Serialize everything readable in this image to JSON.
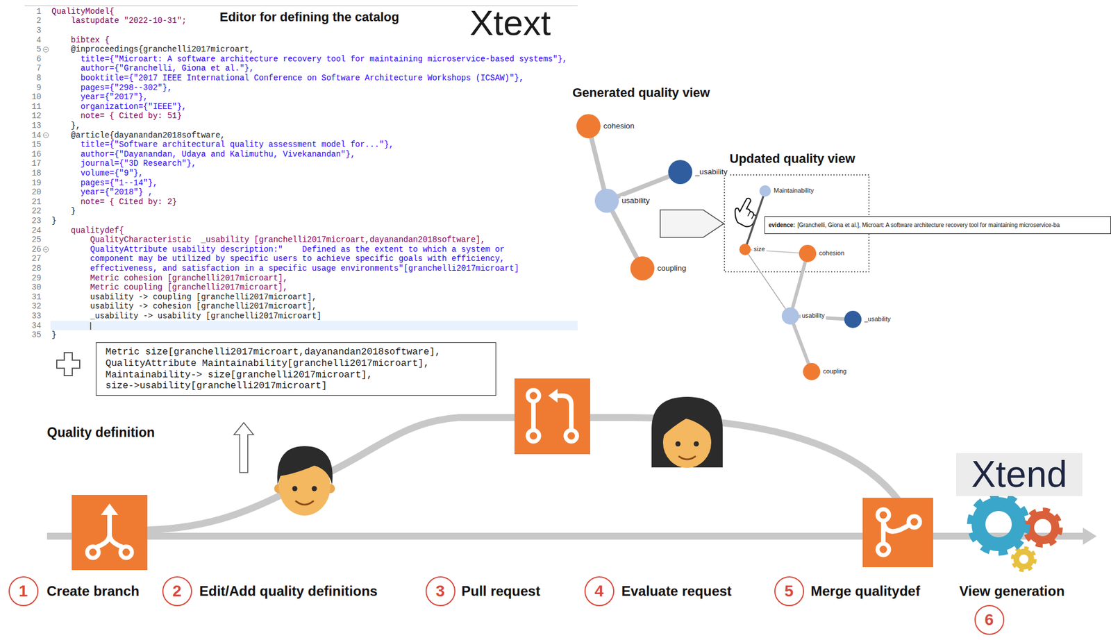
{
  "diagram": {
    "nodes": [
      {
        "text": [
          "Metric size[granchelli2017microart,dayanandan2018software],",
          "QualityAttribute Maintainability[granchelli2017microart],",
          "Maintainability-> size[granchelli2017microart],",
          "size->usability[granchelli2017microart]"
        ]
      },
      {
        "text": [
          "cohesion"
        ]
      },
      {
        "text": [
          "_usability"
        ]
      },
      {
        "text": [
          "usability"
        ]
      },
      {
        "text": [
          "coupling"
        ]
      },
      {
        "text": [
          "Maintainability"
        ]
      },
      {
        "text": [
          "size"
        ]
      },
      {
        "text": [
          "cohesion"
        ]
      },
      {
        "text": [
          "usability"
        ]
      },
      {
        "text": [
          "_usability"
        ]
      },
      {
        "text": [
          "coupling"
        ]
      },
      {
        "text": [
          "evidence:",
          "[Granchelli, Giona et al.], Microart: A software architecture recovery tool for maintaining microservice-ba"
        ]
      },
      {
        "text": [
          "1",
          "Create branch"
        ]
      },
      {
        "text": [
          "2",
          "Edit/Add quality definitions"
        ]
      },
      {
        "text": [
          "3",
          "Pull request"
        ]
      },
      {
        "text": [
          "4",
          "Evaluate request"
        ]
      },
      {
        "text": [
          "5",
          "Merge qualitydef"
        ]
      },
      {
        "text": [
          "6",
          "View generation"
        ]
      }
    ],
    "edges": [
      {
        "from": 2,
        "to": 3,
        "arrow": "none"
      },
      {
        "from": 3,
        "to": 4,
        "arrow": "none"
      },
      {
        "from": 3,
        "to": 1,
        "arrow": "none"
      },
      {
        "from": 5,
        "to": 6,
        "arrow": "none"
      },
      {
        "from": 6,
        "to": 8,
        "arrow": "none"
      },
      {
        "from": 6,
        "to": 7,
        "arrow": "none"
      },
      {
        "from": 8,
        "to": 7,
        "arrow": "none"
      },
      {
        "from": 9,
        "to": 8,
        "arrow": "none"
      },
      {
        "from": 8,
        "to": 10,
        "arrow": "none"
      }
    ],
    "labels": [
      "Editor for defining the catalog",
      "Xtext",
      "1",
      "QualityModel{",
      "2",
      "lastupdate \"2022-10-31\";",
      "3",
      "4",
      "bibtex {",
      "5",
      "@inproceedings{granchelli2017microart,",
      "6",
      "title={\"Microart: A software architecture recovery tool for maintaining microservice-based systems\"},",
      "7",
      "author={\"Granchelli, Giona et al.\"},",
      "8",
      "booktitle={\"2017 IEEE International Conference on Software Architecture Workshops (ICSAW)\"},",
      "9",
      "pages={\"298--302\"},",
      "10",
      "year={\"2017\"},",
      "11",
      "organization={\"IEEE\"},",
      "12",
      "note= { Cited by: 51}",
      "13",
      "},",
      "14",
      "@article{dayanandan2018software,",
      "15",
      "title={\"Software architectural quality assessment model for...\"},",
      "16",
      "author={\"Dayanandan, Udaya and Kalimuthu, Vivekanandan\"},",
      "17",
      "journal={\"3D Research\"},",
      "18",
      "volume={\"9\"},",
      "19",
      "pages={\"1--14\"},",
      "20",
      "year={\"2018\"} ,",
      "21",
      "note= { Cited by: 2}",
      "22",
      "}",
      "23",
      "}",
      "24",
      "qualitydef{",
      "25",
      "QualityCharacteristic  _usability [granchelli2017microart,dayanandan2018software],",
      "26",
      "QualityAttribute usability description:\"    Defined as the extent to which a system or",
      "27",
      "component may be utilized by specific users to achieve specific goals with efficiency,",
      "28",
      "effectiveness, and satisfaction in a specific usage environments\"[granchelli2017microart]",
      "29",
      "Metric cohesion [granchelli2017microart],",
      "30",
      "Metric coupling [granchelli2017microart],",
      "31",
      "usability -> coupling [granchelli2017microart],",
      "32",
      "usability -> cohesion [granchelli2017microart],",
      "33",
      "_usability -> usability [granchelli2017microart]",
      "34",
      "35",
      "}",
      "Generated quality view",
      "Updated quality view",
      "Quality definition",
      "Xtend"
    ]
  }
}
